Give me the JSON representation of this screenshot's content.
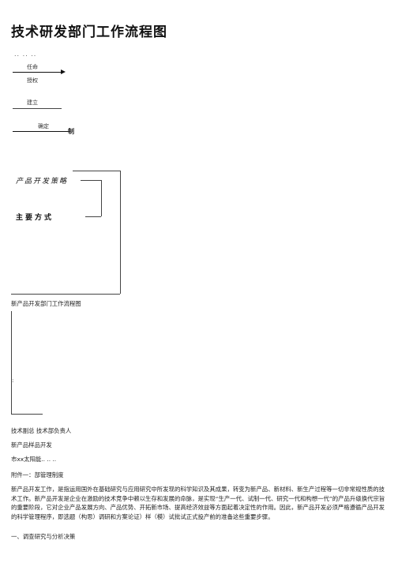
{
  "doc": {
    "title": "技术研发部门工作流程图",
    "dots": ".. .. ..",
    "flow": {
      "appoint": "任命",
      "authorize": "授权",
      "establish": "建立",
      "determine": "确定",
      "bracket_mark": "制",
      "strategy": "产品开发策略",
      "mode": "主要方式"
    },
    "chart_caption": "新产品开发部门工作流程图",
    "marker": ":",
    "roles": "技术副总 技术部负责人",
    "sample_dev": "新产品样品开发",
    "company": "市xx太阳能.. .. ..",
    "attachment": "附件一：部管理制度",
    "paragraph": "新产品开发工作，是指运用国外在基础研究与应用研究中所发现的科学知识及其成果，转变为新产品、新材料、新生产过程等一切非常规性质的技术工作。新产品开发是企业在激励的技术竞争中赖以生存和发展的命脉，是实现“生产一代、试制一代、研究一代和构想一代”的产品升级换代宗旨的重要阶段，它对企业产品发展方向、产品优势、开拓新市场、提高经济效益等方面起着决定性的作用。因此，新产品开发必须严格遵循产品开发的科学管理程序，即选题（构思）调研和方案论证）样（模）试批试正式投产前的准备这些重要步骤。",
    "section1": "一、调查研究与分析决策"
  }
}
